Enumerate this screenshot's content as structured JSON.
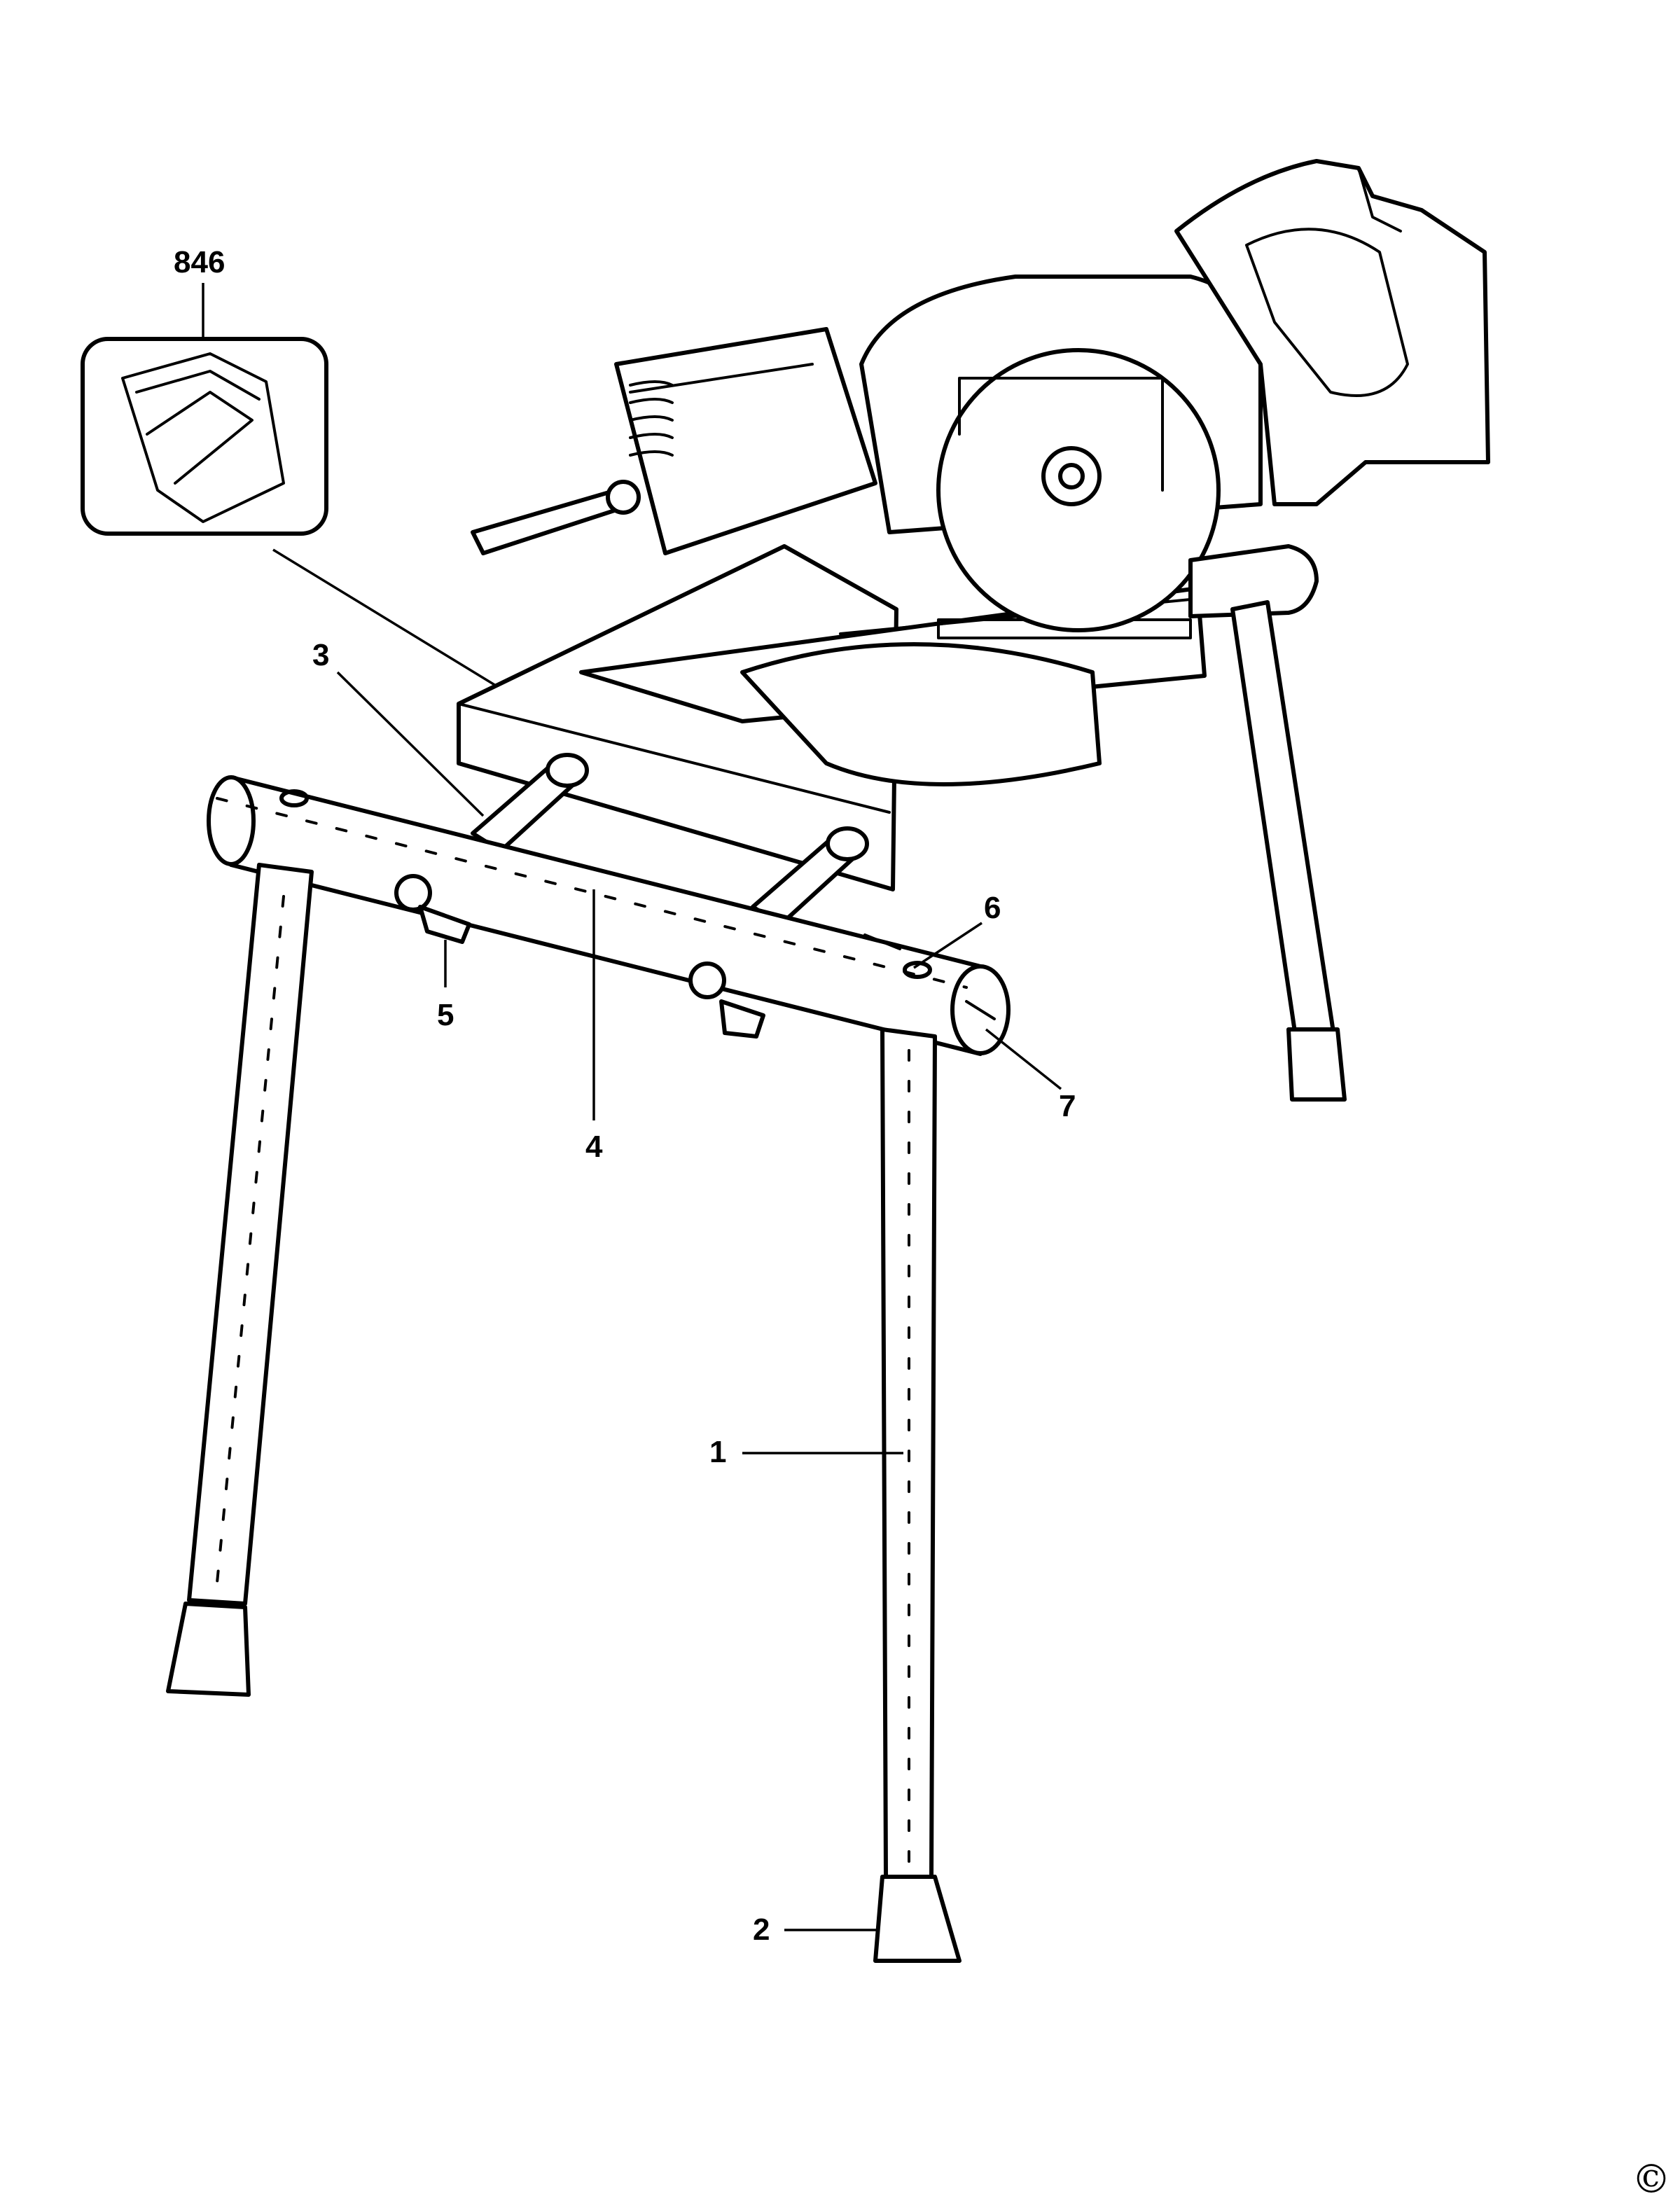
{
  "callouts": {
    "kit": "846",
    "c1": "1",
    "c2": "2",
    "c3": "3",
    "c4": "4",
    "c5": "5",
    "c6": "6",
    "c7": "7"
  },
  "copyright_symbol": "©"
}
